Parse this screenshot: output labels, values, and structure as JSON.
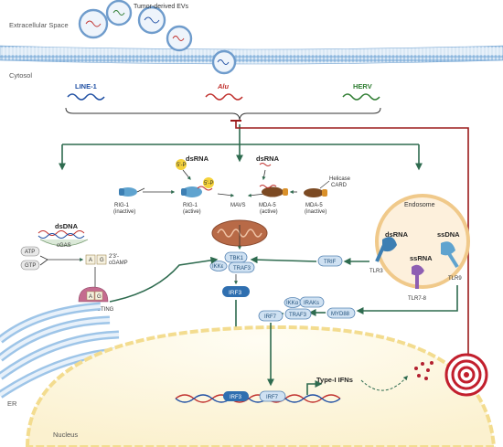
{
  "regions": {
    "extracellular": "Extracellular Space",
    "cytosol": "Cytosol",
    "endosome": "Endosome",
    "er": "ER",
    "nucleus": "Nucleus"
  },
  "vesicles": {
    "label": "Tumor-derived EVs"
  },
  "retroelements": {
    "line1": {
      "label": "LINE-1",
      "color": "#1f4fa3"
    },
    "alu": {
      "label": "Alu",
      "color": "#c0302d"
    },
    "herv": {
      "label": "HERV",
      "color": "#2f7d32"
    }
  },
  "rig": {
    "dsrna_left": "dsRNA",
    "dsrna_right": "dsRNA",
    "ppp1": "5'-P",
    "ppp2": "5'-P",
    "rig1_inactive": [
      "RIG-1",
      "(inactive)"
    ],
    "rig1_active": [
      "RIG-1",
      "(active)"
    ],
    "mavs": "MAVS",
    "mda5_active": [
      "MDA-5",
      "(active)"
    ],
    "mda5_inactive": [
      "MDA-5",
      "(inactive)"
    ],
    "helicase": "Helicase",
    "card": "CARD"
  },
  "signaling": {
    "tbk1": "TBK1",
    "ikke": "IKKε",
    "traf3": "TRAF3",
    "irf3": "IRF3",
    "trif": "TRIF",
    "myd88": "MYD88",
    "ikka": "IKKα",
    "iraks": "IRAKs",
    "traf3b": "TRAF3",
    "irf7": "IRF7"
  },
  "cgas": {
    "dsdna": "dsDNA",
    "cgas": "cGAS",
    "atp": "ATP",
    "gtp": "GTP",
    "cgamp": [
      "2'3'-",
      "cGAMP"
    ],
    "a": "A",
    "g": "G",
    "sting_left": "STING",
    "sting_right": "STING"
  },
  "tlr": {
    "dsrna": "dsRNA",
    "ssrna": "ssRNA",
    "ssdna": "ssDNA",
    "tlr3": "TLR3",
    "tlr78": "TLR7-8",
    "tlr9": "TLR9"
  },
  "nucleus": {
    "irf3": "IRF3",
    "irf7": "IRF7",
    "ifn": "Type-I IFNs"
  },
  "colors": {
    "green_arrow": "#2e6b4f",
    "red_arrow": "#9b1b1b",
    "node_fill": "#cfe1f2",
    "node_stroke": "#5a87b5",
    "membrane": "#9ec5e8",
    "nucleus_fill": "#fdf8e4",
    "nucleus_edge": "#f3dc8f",
    "endosome_fill": "#fdf0dc"
  }
}
